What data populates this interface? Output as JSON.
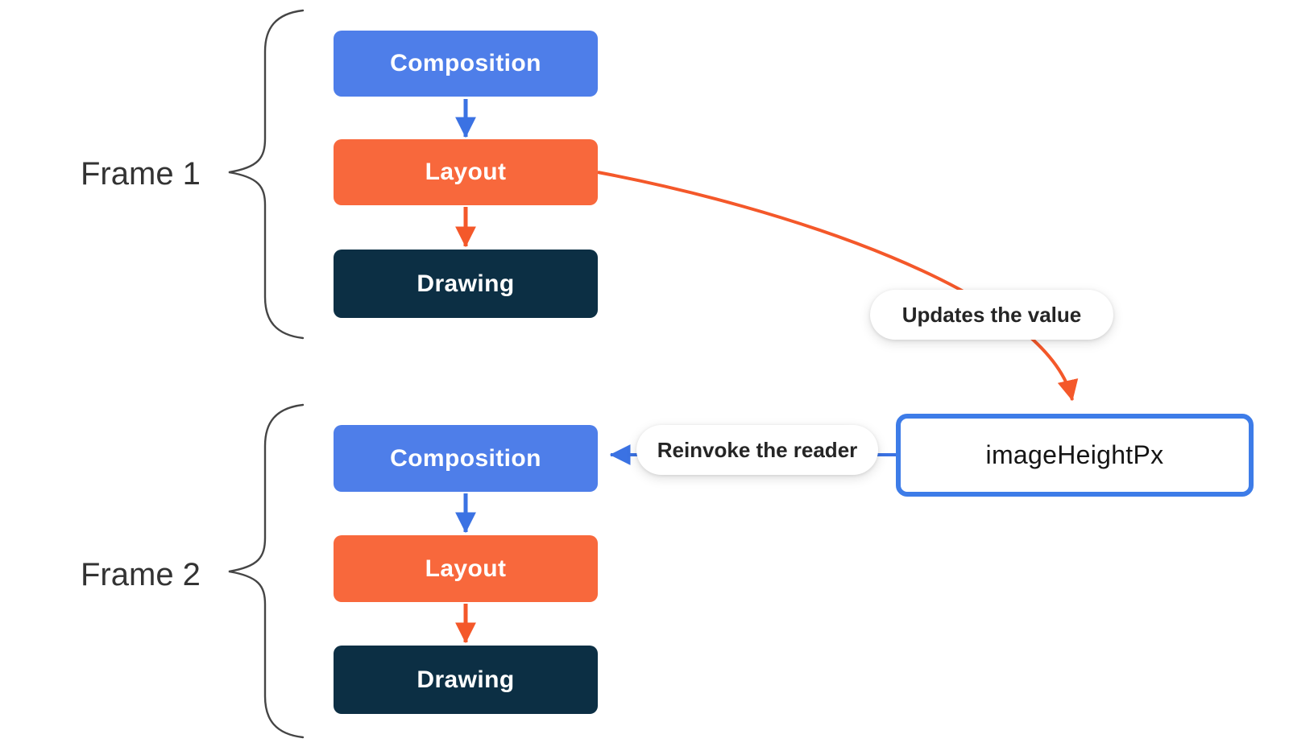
{
  "diagram": {
    "frames": [
      {
        "label": "Frame 1",
        "boxes": [
          {
            "label": "Composition",
            "color": "#4e7ee9",
            "text_color": "#ffffff"
          },
          {
            "label": "Layout",
            "color": "#f8683c",
            "text_color": "#ffffff"
          },
          {
            "label": "Drawing",
            "color": "#0c2f44",
            "text_color": "#ffffff"
          }
        ]
      },
      {
        "label": "Frame 2",
        "boxes": [
          {
            "label": "Composition",
            "color": "#4e7ee9",
            "text_color": "#ffffff"
          },
          {
            "label": "Layout",
            "color": "#f8683c",
            "text_color": "#ffffff"
          },
          {
            "label": "Drawing",
            "color": "#0c2f44",
            "text_color": "#ffffff"
          }
        ]
      }
    ],
    "callouts": [
      {
        "label": "Updates the value"
      },
      {
        "label": "Reinvoke the reader"
      }
    ],
    "value_box": {
      "label": "imageHeightPx",
      "border_color": "#3d7ce8"
    },
    "colors": {
      "arrow_blue": "#3b72e3",
      "arrow_orange": "#f4582a",
      "brace": "#454545",
      "frame_label": "#333333",
      "callout_text": "#252525",
      "value_text": "#151515",
      "background": "#ffffff"
    }
  }
}
